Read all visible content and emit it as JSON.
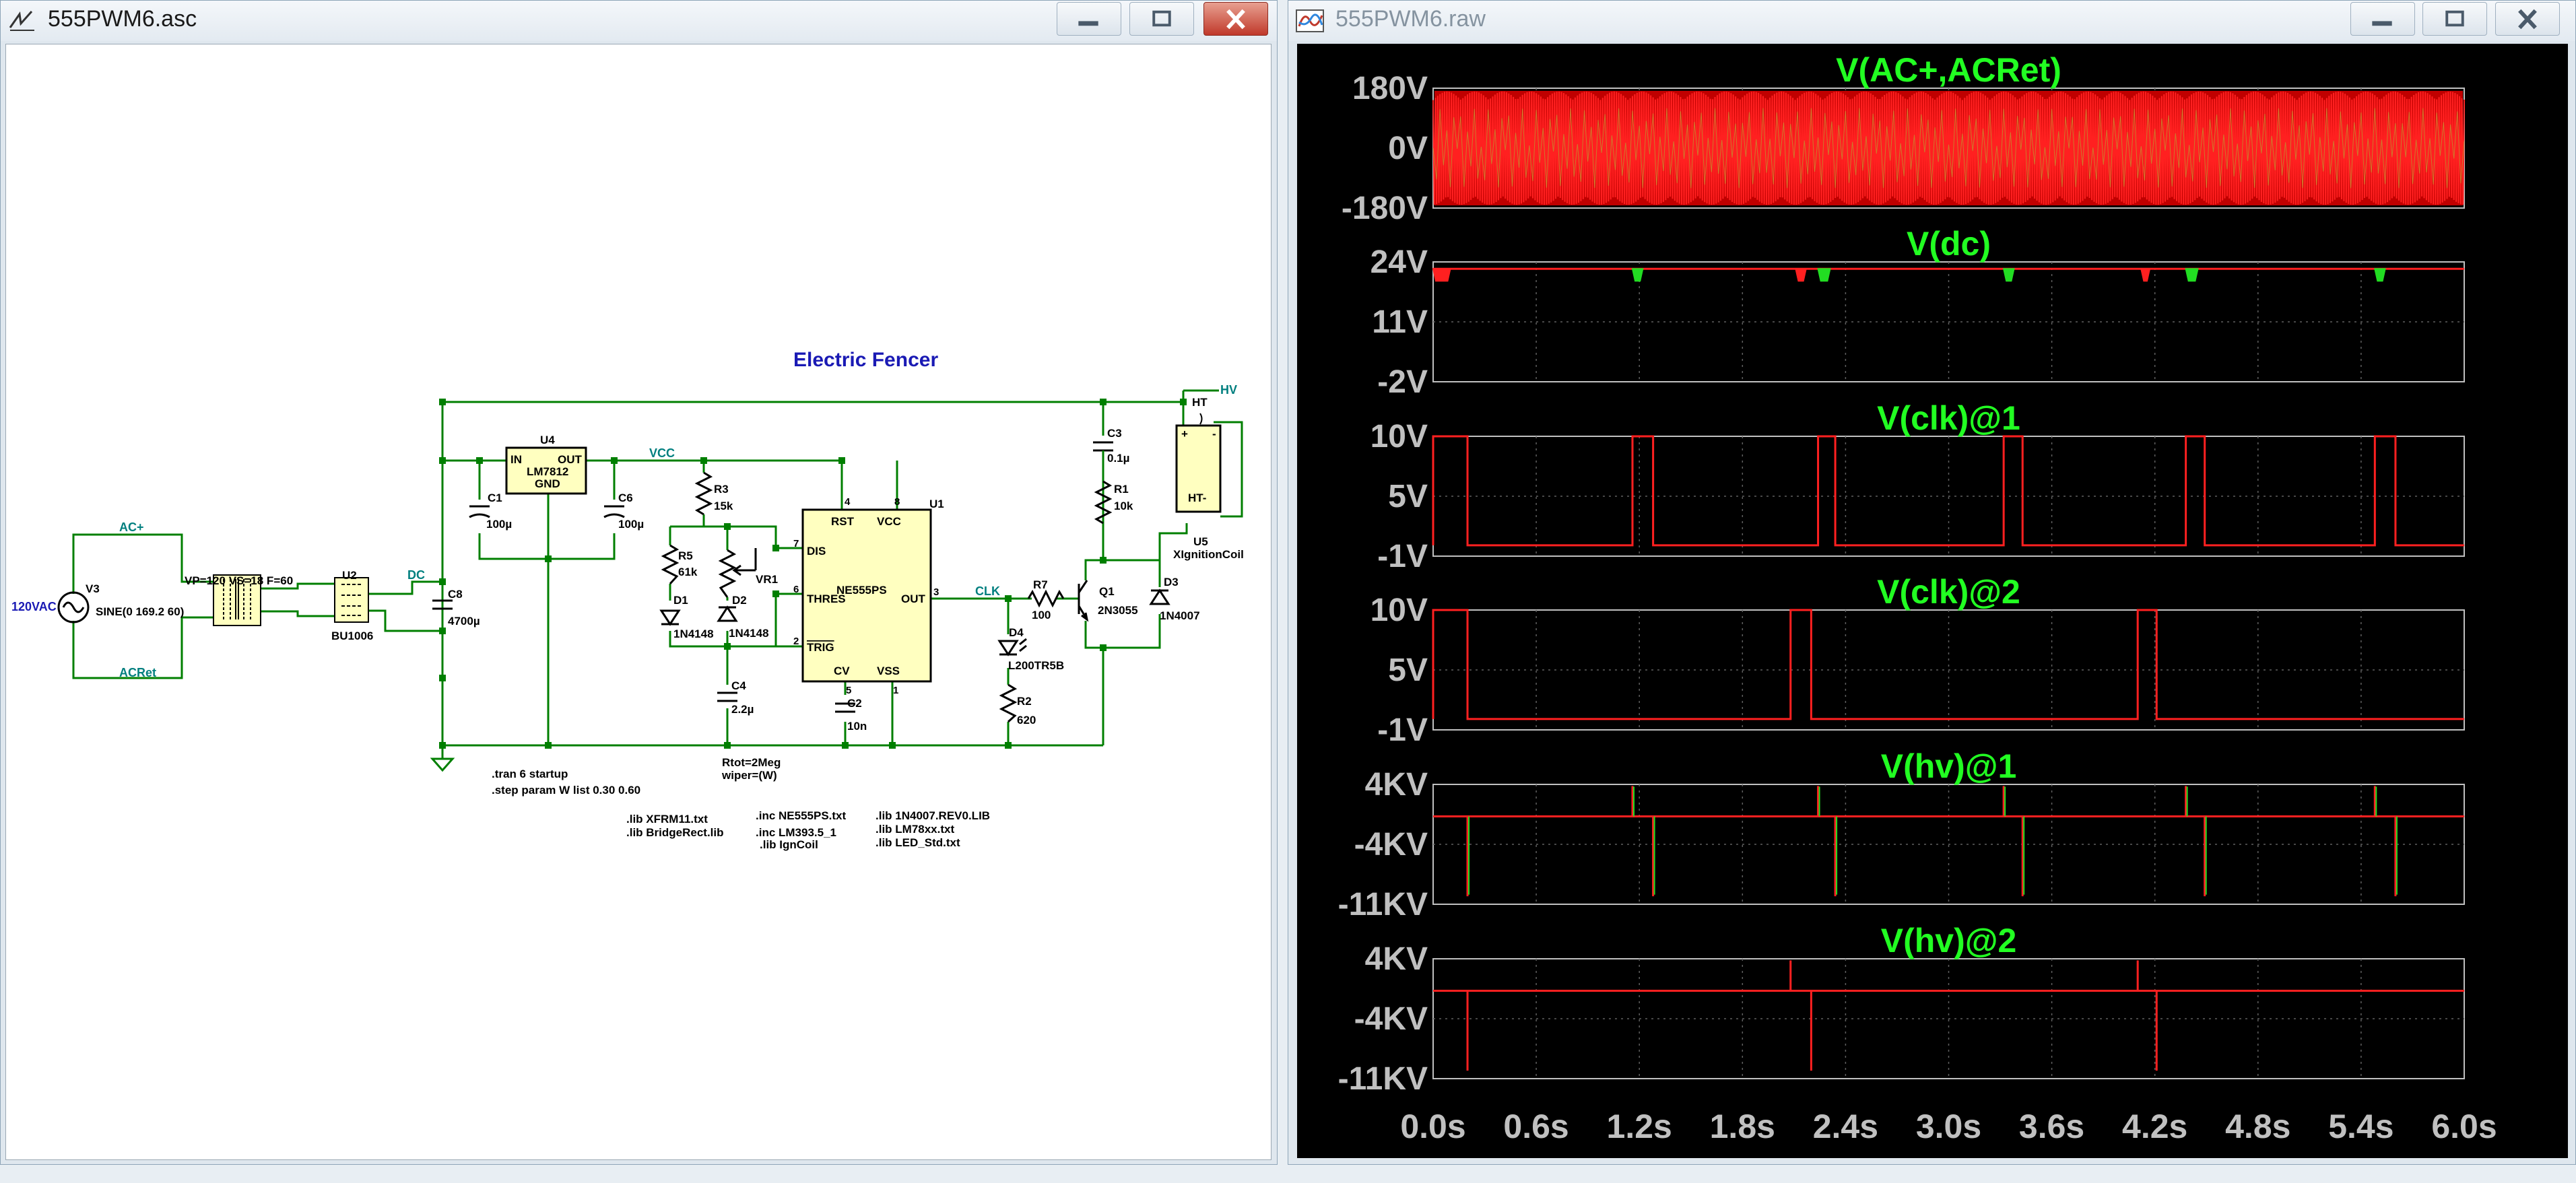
{
  "left_window": {
    "title": "555PWM6.asc"
  },
  "right_window": {
    "title": "555PWM6.raw"
  },
  "schematic": {
    "title": "Electric Fencer",
    "net_labels": {
      "ac_plus": "AC+",
      "ac_ret": "ACRet",
      "dc": "DC",
      "vcc": "VCC",
      "clk": "CLK",
      "hv": "HV"
    },
    "source": {
      "ref": "V3",
      "label": "120VAC",
      "value": "SINE(0 169.2 60)"
    },
    "transformer": {
      "params": "VP=120 VS=18 F=60"
    },
    "bridge": {
      "ref": "U2",
      "part": "BU1006"
    },
    "regulator": {
      "ref": "U4",
      "part": "LM7812",
      "pin_in": "IN",
      "pin_out": "OUT",
      "pin_gnd": "GND"
    },
    "timer": {
      "ref": "U1",
      "part": "NE555PS",
      "pins": {
        "rst": "RST",
        "vcc": "VCC",
        "dis": "DIS",
        "thres": "THRES",
        "trig": "TRIG",
        "cv": "CV",
        "vss": "VSS",
        "out": "OUT"
      },
      "pin_numbers": {
        "rst": "4",
        "vcc": "8",
        "dis": "7",
        "thres": "6",
        "trig": "2",
        "cv": "5",
        "vss": "1",
        "out": "3"
      }
    },
    "coil": {
      "ref": "U5",
      "part": "XIgnitionCoil",
      "pin_ht": "HT",
      "pin_htminus": "HT-",
      "plus": "+",
      "minus": "-"
    },
    "transistor": {
      "ref": "Q1",
      "part": "2N3055"
    },
    "components": {
      "c1": {
        "ref": "C1",
        "value": "100µ"
      },
      "c6": {
        "ref": "C6",
        "value": "100µ"
      },
      "c8": {
        "ref": "C8",
        "value": "4700µ"
      },
      "r3": {
        "ref": "R3",
        "value": "15k"
      },
      "r5": {
        "ref": "R5",
        "value": "61k"
      },
      "vr1": {
        "ref": "VR1"
      },
      "d1": {
        "ref": "D1",
        "value": "1N4148"
      },
      "d2": {
        "ref": "D2",
        "value": "1N4148"
      },
      "c4": {
        "ref": "C4",
        "value": "2.2µ"
      },
      "c2": {
        "ref": "C2",
        "value": "10n"
      },
      "c3": {
        "ref": "C3",
        "value": "0.1µ"
      },
      "r1": {
        "ref": "R1",
        "value": "10k"
      },
      "r7": {
        "ref": "R7",
        "value": "100"
      },
      "d3": {
        "ref": "D3",
        "value": "1N4007"
      },
      "d4": {
        "ref": "D4",
        "value": "L200TR5B"
      },
      "r2": {
        "ref": "R2",
        "value": "620"
      }
    },
    "directives": {
      "tran": ".tran 6 startup",
      "step": ".step param W list 0.30 0.60",
      "rtot": "Rtot=2Meg",
      "wiper": "wiper=(W)",
      "lib1": ".lib XFRM11.txt",
      "lib2": ".lib BridgeRect.lib",
      "inc1": ".inc NE555PS.txt",
      "inc2": ".inc LM393.5_1",
      "lib3": ".lib IgnCoil",
      "lib4": ".lib 1N4007.REV0.LIB",
      "lib5": ".lib LM78xx.txt",
      "lib6": ".lib LED_Std.txt"
    }
  },
  "colors": {
    "wire": "#007f00",
    "component": "#000000",
    "component_fill": "#ffffc0",
    "net_label": "#007f7f",
    "title_blue": "#1a1ab4",
    "plot_title": "#22ff22",
    "trace_red": "#ff2020",
    "trace_green": "#22dd22",
    "axis_text": "#c0c0c0",
    "grid": "#606060"
  },
  "chart_data": {
    "type": "line",
    "x_ticks": [
      "0.0s",
      "0.6s",
      "1.2s",
      "1.8s",
      "2.4s",
      "3.0s",
      "3.6s",
      "4.2s",
      "4.8s",
      "5.4s",
      "6.0s"
    ],
    "xlim": [
      0,
      6
    ],
    "panels": [
      {
        "title": "V(AC+,ACRet)",
        "y_ticks": [
          "180V",
          "0V",
          "-180V"
        ],
        "ylim": [
          -180,
          180
        ],
        "kind": "ac"
      },
      {
        "title": "V(dc)",
        "y_ticks": [
          "24V",
          "11V",
          "-2V"
        ],
        "ylim": [
          -2,
          24
        ],
        "kind": "dc",
        "level": 22.5,
        "red_blips": [
          [
            0.0,
            0.1
          ],
          [
            2.11,
            2.17
          ],
          [
            4.12,
            4.17
          ]
        ],
        "green_blips": [
          [
            1.16,
            1.22
          ],
          [
            2.24,
            2.31
          ],
          [
            3.32,
            3.38
          ],
          [
            4.38,
            4.45
          ],
          [
            5.48,
            5.54
          ]
        ]
      },
      {
        "title": "V(clk)@1",
        "y_ticks": [
          "10V",
          "5V",
          "-1V"
        ],
        "ylim": [
          -1,
          10
        ],
        "kind": "clk",
        "high": 10,
        "low": 0,
        "high_intervals": [
          [
            0,
            0.2
          ],
          [
            1.16,
            1.28
          ],
          [
            2.24,
            2.34
          ],
          [
            3.32,
            3.43
          ],
          [
            4.38,
            4.49
          ],
          [
            5.48,
            5.6
          ]
        ]
      },
      {
        "title": "V(clk)@2",
        "y_ticks": [
          "10V",
          "5V",
          "-1V"
        ],
        "ylim": [
          -1,
          10
        ],
        "kind": "clk",
        "high": 10,
        "low": 0,
        "high_intervals": [
          [
            0,
            0.2
          ],
          [
            2.08,
            2.2
          ],
          [
            4.1,
            4.21
          ]
        ]
      },
      {
        "title": "V(hv)@1",
        "y_ticks": [
          "4KV",
          "-4KV",
          "-11KV"
        ],
        "ylim": [
          -11,
          4
        ],
        "kind": "hv",
        "baseline": 0,
        "spikes": [
          [
            0.2,
            -10
          ],
          [
            1.16,
            3.8
          ],
          [
            1.28,
            -10
          ],
          [
            2.24,
            3.8
          ],
          [
            2.34,
            -10
          ],
          [
            3.32,
            3.8
          ],
          [
            3.43,
            -10
          ],
          [
            4.38,
            3.8
          ],
          [
            4.49,
            -10
          ],
          [
            5.48,
            3.8
          ],
          [
            5.6,
            -10
          ]
        ]
      },
      {
        "title": "V(hv)@2",
        "y_ticks": [
          "4KV",
          "-4KV",
          "-11KV"
        ],
        "ylim": [
          -11,
          4
        ],
        "kind": "hv",
        "baseline": 0,
        "spikes": [
          [
            0.2,
            -10
          ],
          [
            2.08,
            3.8
          ],
          [
            2.2,
            -10
          ],
          [
            4.1,
            3.8
          ],
          [
            4.21,
            -10
          ]
        ]
      }
    ]
  }
}
